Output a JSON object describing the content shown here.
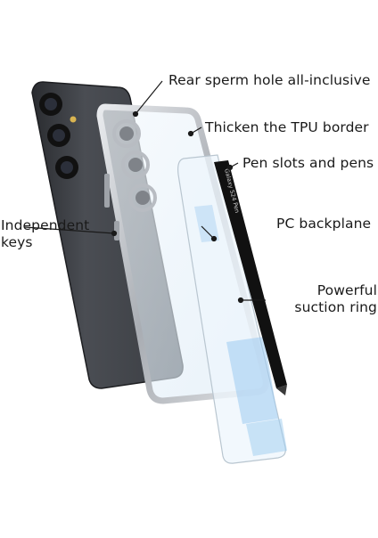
{
  "callouts": {
    "rear_hole": "Rear sperm hole all-inclusive",
    "tpu_border": "Thicken the TPU border",
    "pen_slots": "Pen slots and pens",
    "pc_backplane": "PC backplane",
    "keys_line1": "Independent",
    "keys_line2": "keys",
    "suction_line1": "Powerful",
    "suction_line2": "suction ring"
  },
  "pen_text": "Galaxy S24 Pen",
  "colors": {
    "phone_body": "#3a3d42",
    "frame": "#c9ccd1",
    "backplane_tint": "#cfe6f7",
    "pen": "#111111",
    "accent_blue": "#9ccbf0"
  }
}
